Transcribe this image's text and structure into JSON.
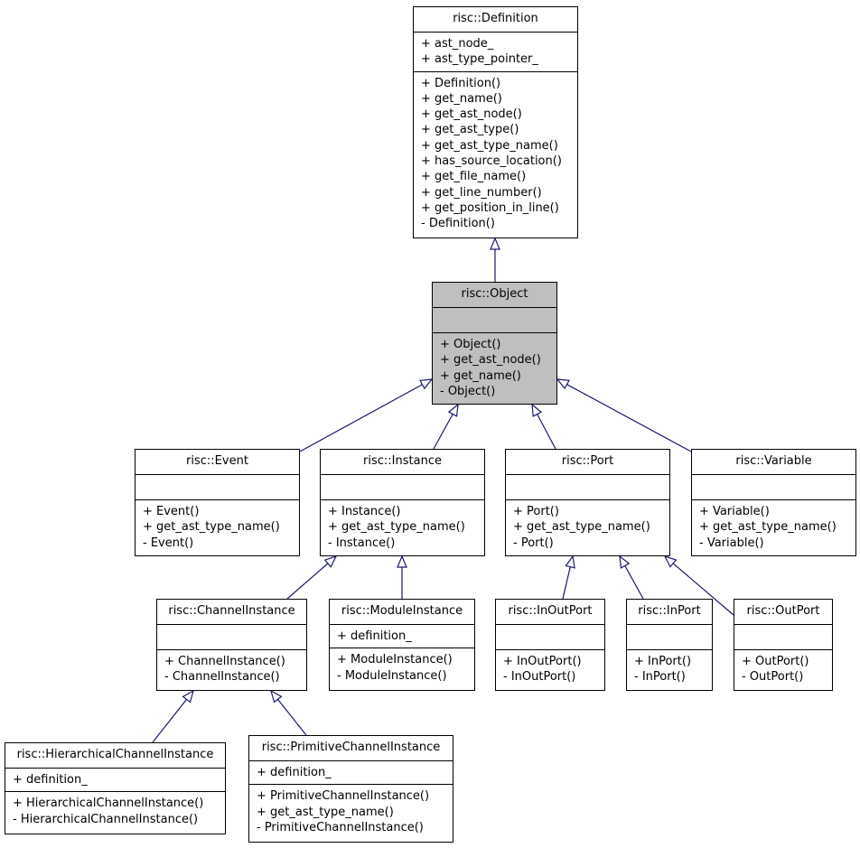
{
  "classes": [
    {
      "id": "definition",
      "title": "risc::Definition",
      "highlight": false,
      "attributes": [
        "+ ast_node_",
        "+ ast_type_pointer_"
      ],
      "operations": [
        "+ Definition()",
        "+ get_name()",
        "+ get_ast_node()",
        "+ get_ast_type()",
        "+ get_ast_type_name()",
        "+ has_source_location()",
        "+ get_file_name()",
        "+ get_line_number()",
        "+ get_position_in_line()",
        "- Definition()"
      ]
    },
    {
      "id": "object",
      "title": "risc::Object",
      "highlight": true,
      "attributes": [],
      "operations": [
        "+ Object()",
        "+ get_ast_node()",
        "+ get_name()",
        "- Object()"
      ]
    },
    {
      "id": "event",
      "title": "risc::Event",
      "highlight": false,
      "attributes": [],
      "operations": [
        "+ Event()",
        "+ get_ast_type_name()",
        "- Event()"
      ]
    },
    {
      "id": "instance",
      "title": "risc::Instance",
      "highlight": false,
      "attributes": [],
      "operations": [
        "+ Instance()",
        "+ get_ast_type_name()",
        "- Instance()"
      ]
    },
    {
      "id": "port",
      "title": "risc::Port",
      "highlight": false,
      "attributes": [],
      "operations": [
        "+ Port()",
        "+ get_ast_type_name()",
        "- Port()"
      ]
    },
    {
      "id": "variable",
      "title": "risc::Variable",
      "highlight": false,
      "attributes": [],
      "operations": [
        "+ Variable()",
        "+ get_ast_type_name()",
        "- Variable()"
      ]
    },
    {
      "id": "channelinstance",
      "title": "risc::ChannelInstance",
      "highlight": false,
      "attributes": [],
      "operations": [
        "+ ChannelInstance()",
        "- ChannelInstance()"
      ]
    },
    {
      "id": "moduleinstance",
      "title": "risc::ModuleInstance",
      "highlight": false,
      "attributes": [
        "+ definition_"
      ],
      "operations": [
        "+ ModuleInstance()",
        "- ModuleInstance()"
      ]
    },
    {
      "id": "inoutport",
      "title": "risc::InOutPort",
      "highlight": false,
      "attributes": [],
      "operations": [
        "+ InOutPort()",
        "- InOutPort()"
      ]
    },
    {
      "id": "inport",
      "title": "risc::InPort",
      "highlight": false,
      "attributes": [],
      "operations": [
        "+ InPort()",
        "- InPort()"
      ]
    },
    {
      "id": "outport",
      "title": "risc::OutPort",
      "highlight": false,
      "attributes": [],
      "operations": [
        "+ OutPort()",
        "- OutPort()"
      ]
    },
    {
      "id": "hierarchicalchannelinstance",
      "title": "risc::HierarchicalChannelInstance",
      "highlight": false,
      "attributes": [
        "+ definition_"
      ],
      "operations": [
        "+ HierarchicalChannelInstance()",
        "- HierarchicalChannelInstance()"
      ]
    },
    {
      "id": "primitivechannelinstance",
      "title": "risc::PrimitiveChannelInstance",
      "highlight": false,
      "attributes": [
        "+ definition_"
      ],
      "operations": [
        "+ PrimitiveChannelInstance()",
        "+ get_ast_type_name()",
        "- PrimitiveChannelInstance()"
      ]
    }
  ],
  "relations": [
    {
      "child": "object",
      "parent": "definition",
      "type": "inheritance"
    },
    {
      "child": "event",
      "parent": "object",
      "type": "inheritance"
    },
    {
      "child": "instance",
      "parent": "object",
      "type": "inheritance"
    },
    {
      "child": "port",
      "parent": "object",
      "type": "inheritance"
    },
    {
      "child": "variable",
      "parent": "object",
      "type": "inheritance"
    },
    {
      "child": "channelinstance",
      "parent": "instance",
      "type": "inheritance"
    },
    {
      "child": "moduleinstance",
      "parent": "instance",
      "type": "inheritance"
    },
    {
      "child": "inoutport",
      "parent": "port",
      "type": "inheritance"
    },
    {
      "child": "inport",
      "parent": "port",
      "type": "inheritance"
    },
    {
      "child": "outport",
      "parent": "port",
      "type": "inheritance"
    },
    {
      "child": "hierarchicalchannelinstance",
      "parent": "channelinstance",
      "type": "inheritance"
    },
    {
      "child": "primitivechannelinstance",
      "parent": "channelinstance",
      "type": "inheritance"
    }
  ],
  "colors": {
    "edge": "#191970",
    "highlight_fill": "#bfbfbf",
    "border": "#000000"
  }
}
